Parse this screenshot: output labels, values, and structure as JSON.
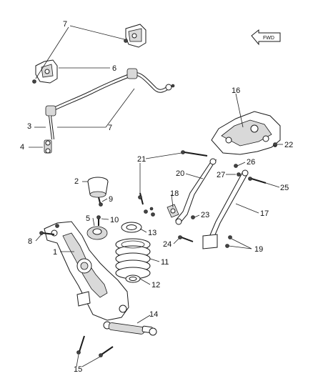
{
  "direction_indicator": {
    "label": "FWD"
  },
  "callouts": [
    {
      "id": "c1",
      "label": "1"
    },
    {
      "id": "c2",
      "label": "2"
    },
    {
      "id": "c3",
      "label": "3"
    },
    {
      "id": "c4",
      "label": "4"
    },
    {
      "id": "c5",
      "label": "5"
    },
    {
      "id": "c6",
      "label": "6"
    },
    {
      "id": "c7a",
      "label": "7"
    },
    {
      "id": "c7b",
      "label": "7"
    },
    {
      "id": "c8",
      "label": "8"
    },
    {
      "id": "c9",
      "label": "9"
    },
    {
      "id": "c10",
      "label": "10"
    },
    {
      "id": "c11",
      "label": "11"
    },
    {
      "id": "c12",
      "label": "12"
    },
    {
      "id": "c13",
      "label": "13"
    },
    {
      "id": "c14",
      "label": "14"
    },
    {
      "id": "c15",
      "label": "15"
    },
    {
      "id": "c16",
      "label": "16"
    },
    {
      "id": "c17",
      "label": "17"
    },
    {
      "id": "c18",
      "label": "18"
    },
    {
      "id": "c19",
      "label": "19"
    },
    {
      "id": "c20",
      "label": "20"
    },
    {
      "id": "c21",
      "label": "21"
    },
    {
      "id": "c22",
      "label": "22"
    },
    {
      "id": "c23",
      "label": "23"
    },
    {
      "id": "c24",
      "label": "24"
    },
    {
      "id": "c25",
      "label": "25"
    },
    {
      "id": "c26",
      "label": "26"
    },
    {
      "id": "c27",
      "label": "27"
    }
  ]
}
